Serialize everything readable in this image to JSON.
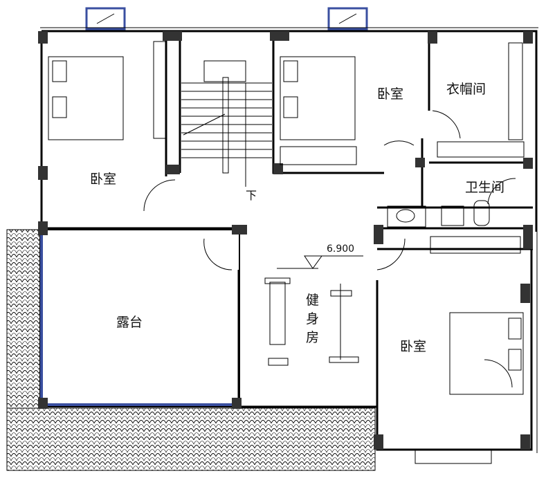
{
  "rooms": {
    "bedroom_top_left": "卧室",
    "bedroom_top_middle": "卧室",
    "closet": "衣帽间",
    "bathroom": "卫生间",
    "terrace": "露台",
    "gym": [
      "健",
      "身",
      "房"
    ],
    "bedroom_bottom_right": "卧室"
  },
  "stair_direction": "下",
  "elevation": "6.900",
  "colors": {
    "wall": "#000000",
    "window_blue": "#3a4fa0",
    "columns": "#333333"
  }
}
